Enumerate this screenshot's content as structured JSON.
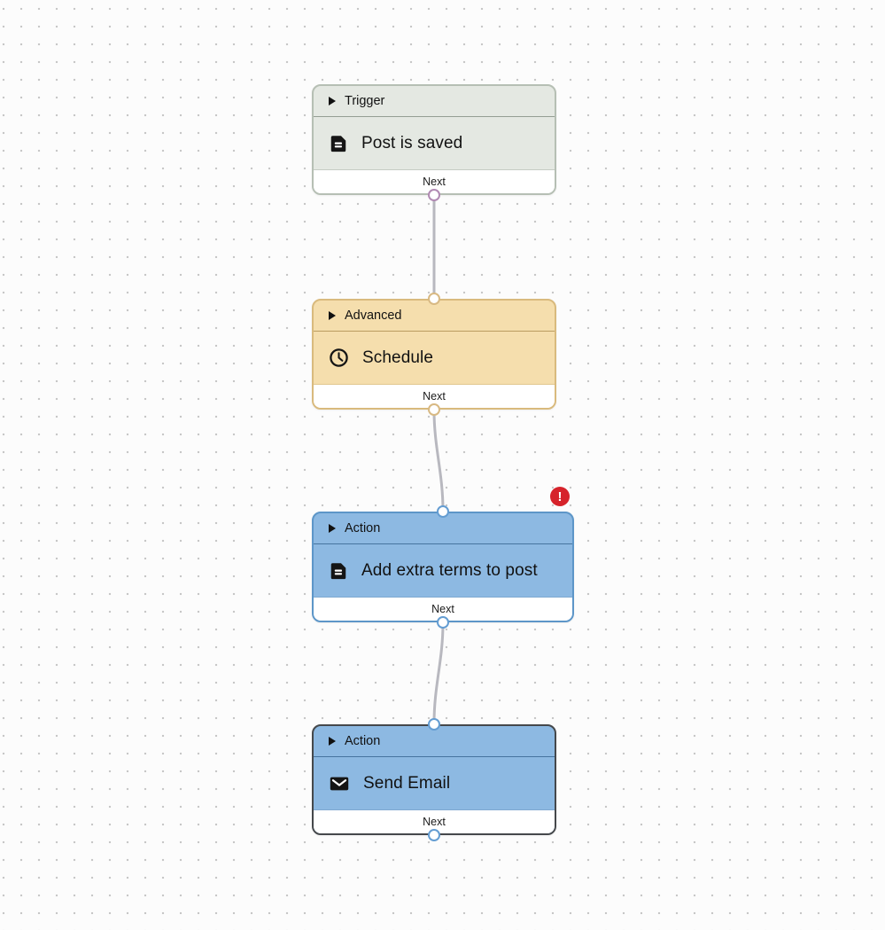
{
  "canvas": {
    "background_color": "#fcfcfc",
    "dot_color": "#c7c7c7",
    "edge_color": "#b8b8bf"
  },
  "nodes": [
    {
      "id": "trigger-post-is-saved",
      "category": "Trigger",
      "title": "Post is saved",
      "icon": "document-icon",
      "footer_label": "Next",
      "fill": "#e4e8e2",
      "border": "#b6bfb4",
      "port_color": "#b18ab3",
      "has_input_port": false,
      "has_output_port": true,
      "selected": false,
      "has_error": false
    },
    {
      "id": "advanced-schedule",
      "category": "Advanced",
      "title": "Schedule",
      "icon": "clock-icon",
      "footer_label": "Next",
      "fill": "#f5dead",
      "border": "#d9ba7d",
      "port_color": "#d8b983",
      "has_input_port": true,
      "has_output_port": true,
      "selected": false,
      "has_error": false
    },
    {
      "id": "action-add-extra-terms-to-post",
      "category": "Action",
      "title": "Add extra terms to post",
      "icon": "document-icon",
      "footer_label": "Next",
      "fill": "#8db9e2",
      "border": "#5d96c8",
      "port_color": "#649dd2",
      "has_input_port": true,
      "has_output_port": true,
      "selected": false,
      "has_error": true
    },
    {
      "id": "action-send-email",
      "category": "Action",
      "title": "Send Email",
      "icon": "envelope-icon",
      "footer_label": "Next",
      "fill": "#8db9e2",
      "border": "#45484b",
      "port_color": "#649dd2",
      "has_input_port": true,
      "has_output_port": true,
      "selected": true,
      "has_error": false
    }
  ],
  "edges": [
    {
      "from": "trigger-post-is-saved",
      "from_output": "Next",
      "to": "advanced-schedule"
    },
    {
      "from": "advanced-schedule",
      "from_output": "Next",
      "to": "action-add-extra-terms-to-post"
    },
    {
      "from": "action-add-extra-terms-to-post",
      "from_output": "Next",
      "to": "action-send-email"
    }
  ],
  "error_badge": {
    "symbol": "!",
    "color": "#d6232b"
  }
}
